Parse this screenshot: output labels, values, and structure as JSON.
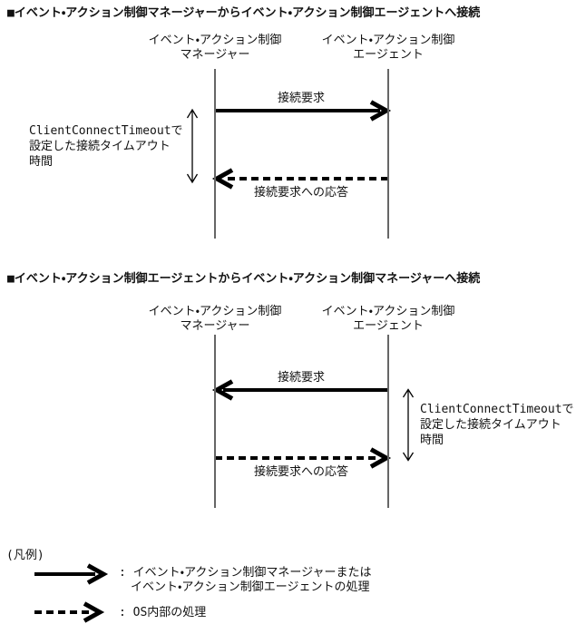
{
  "colors": {
    "bg": "#ffffff",
    "text": "#111111",
    "line": "#000000",
    "lifeline": "#666666"
  },
  "diagrams": [
    {
      "title": "■イベント・アクション制御マネージャーからイベント・アクション制御エージェントへ接続",
      "left_column": {
        "line1": "イベント・アクション制御",
        "line2": "マネージャー"
      },
      "right_column": {
        "line1": "イベント・アクション制御",
        "line2": "エージェント"
      },
      "request_label": "接続要求",
      "response_label": "接続要求への応答",
      "timeout_note": {
        "line1": "ClientConnectTimeoutで",
        "line2": "設定した接続タイムアウト",
        "line3": "時間"
      }
    },
    {
      "title": "■イベント・アクション制御エージェントからイベント・アクション制御マネージャーへ接続",
      "left_column": {
        "line1": "イベント・アクション制御",
        "line2": "マネージャー"
      },
      "right_column": {
        "line1": "イベント・アクション制御",
        "line2": "エージェント"
      },
      "request_label": "接続要求",
      "response_label": "接続要求への応答",
      "timeout_note": {
        "line1": "ClientConnectTimeoutで",
        "line2": "設定した接続タイムアウト",
        "line3": "時間"
      }
    }
  ],
  "legend": {
    "heading": "(凡例)",
    "solid_arrow_meaning_line1": ": イベント・アクション制御マネージャーまたは",
    "solid_arrow_meaning_line2": "イベント・アクション制御エージェントの処理",
    "dashed_arrow_meaning": ": OS内部の処理"
  }
}
